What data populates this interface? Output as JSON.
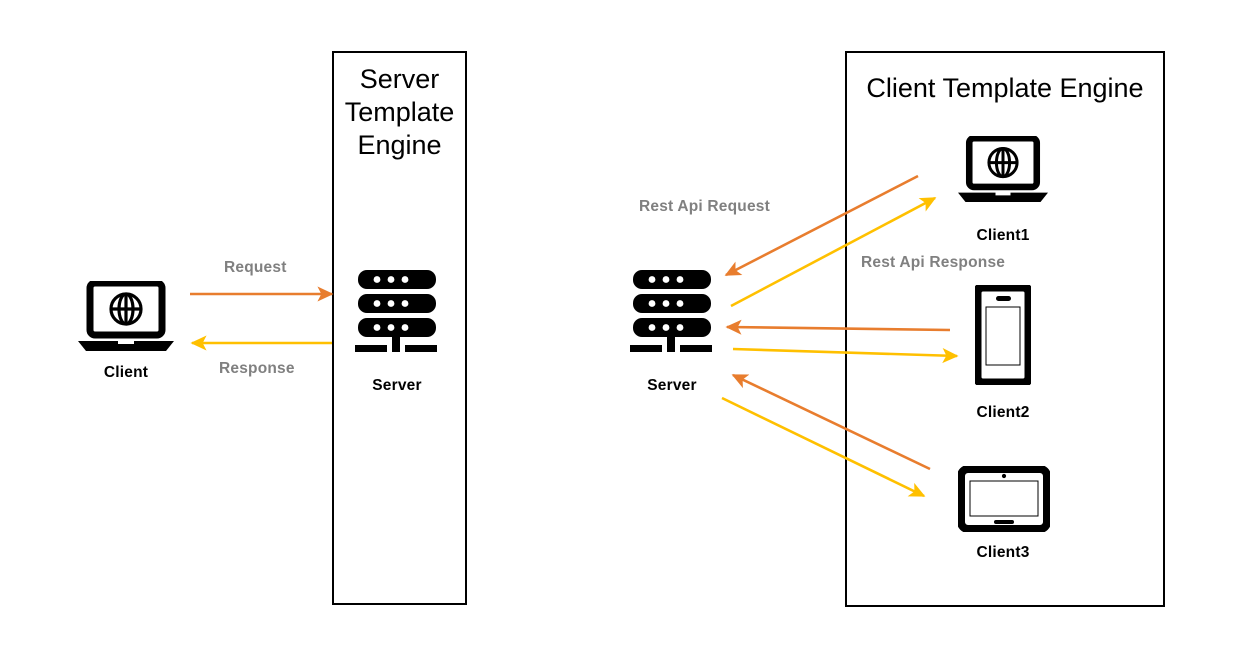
{
  "diagram": {
    "title_hidden": "Server Template Engine vs Client Template Engine",
    "colors": {
      "request_arrow": "#E87D2E",
      "response_arrow": "#FFC000",
      "label_gray": "#808080",
      "icon_black": "#000000",
      "panel_border": "#000000",
      "background": "#FFFFFF"
    }
  },
  "panels": [
    {
      "id": "server-template-engine",
      "title": "Server\nTemplate\nEngine"
    },
    {
      "id": "client-template-engine",
      "title": "Client Template Engine"
    }
  ],
  "left_scenario": {
    "client_label": "Client",
    "client_icon": "laptop-globe-icon",
    "server_label": "Server",
    "server_icon": "server-rack-icon",
    "flows": [
      {
        "label": "Request",
        "direction": "client-to-server",
        "color": "#E87D2E"
      },
      {
        "label": "Response",
        "direction": "server-to-client",
        "color": "#FFC000"
      }
    ]
  },
  "right_scenario": {
    "server_label": "Server",
    "server_icon": "server-rack-icon",
    "flows": [
      {
        "label": "Rest Api Request",
        "direction": "client-to-server",
        "color": "#E87D2E"
      },
      {
        "label": "Rest Api Response",
        "direction": "server-to-client",
        "color": "#FFC000"
      }
    ],
    "clients": [
      {
        "label": "Client1",
        "icon": "laptop-globe-icon",
        "device": "laptop"
      },
      {
        "label": "Client2",
        "icon": "smartphone-icon",
        "device": "phone"
      },
      {
        "label": "Client3",
        "icon": "tablet-icon",
        "device": "tablet"
      }
    ]
  }
}
